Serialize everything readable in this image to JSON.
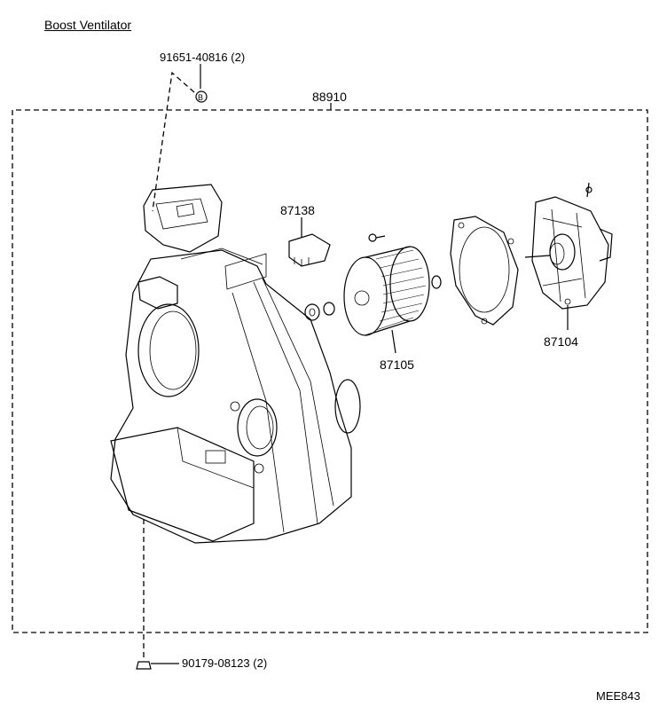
{
  "title": "Boost Ventilator",
  "labels": {
    "screw_top": "91651-40816",
    "screw_top_qty": "(2)",
    "marker_b": "B",
    "assembly": "88910",
    "resistor": "87138",
    "fan": "87105",
    "motor": "87104",
    "nut_bottom": "90179-08123",
    "nut_bottom_qty": "(2)",
    "figure_code": "MEE843"
  }
}
